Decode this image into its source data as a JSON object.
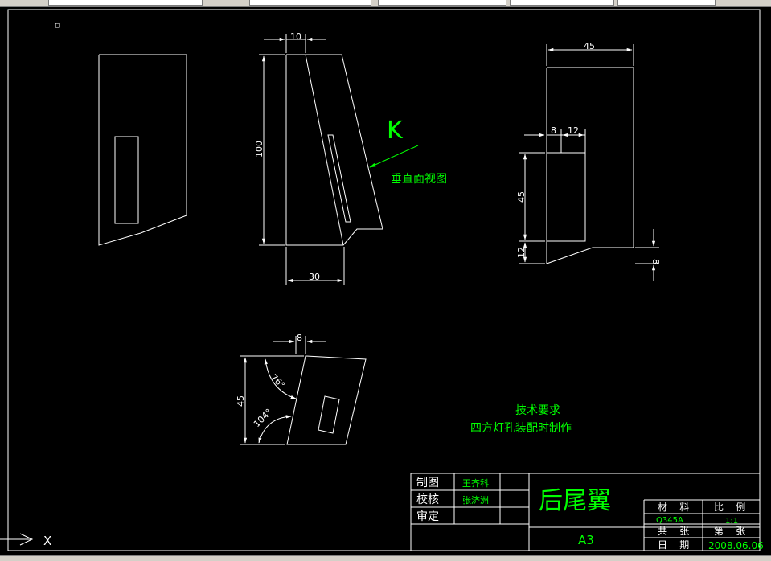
{
  "drawing": {
    "dims": {
      "side_top_width": "10",
      "side_height": "100",
      "side_bottom_width": "30",
      "right_top_width": "45",
      "right_inner_a": "8",
      "right_inner_b": "12",
      "right_slot_height": "45",
      "right_bottom_offset": "12",
      "right_edge_height": "8",
      "lower_top_width": "8",
      "lower_height": "45",
      "angle_top": "76°",
      "angle_bottom": "104°"
    },
    "view_marker": "K",
    "view_label": "垂直面视图",
    "tech_title": "技术要求",
    "tech_note": "四方灯孔装配时制作"
  },
  "title_block": {
    "row_labels": [
      "制图",
      "校核",
      "审定"
    ],
    "drawn_by": "王齐科",
    "checked_by": "张济洲",
    "part_name": "后尾翼",
    "sheet_size": "A3",
    "material_label": "材    料",
    "scale_label": "比    例",
    "material": "Q345A",
    "scale": "1:1",
    "total_label": "共    张",
    "sheet_label": "第    张",
    "date_label": "日    期",
    "date": "2008.06.06"
  },
  "ucs": {
    "x_label": "X"
  },
  "colors": {
    "line": "#ffffff",
    "annotation": "#00ff00",
    "background": "#000000"
  }
}
